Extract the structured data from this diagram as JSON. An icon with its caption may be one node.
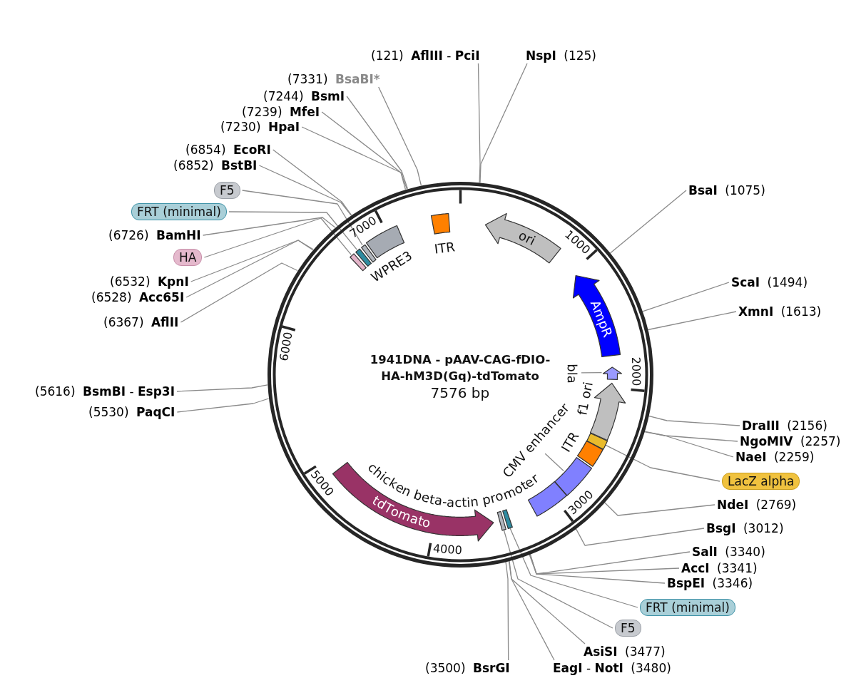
{
  "diagram": {
    "title": "1941DNA - pAAV-CAG-fDIO-HA-hM3D(Gq)-tdTomato",
    "nodes": [
      {
        "text": [
          "(121)",
          "**AflIII** - **PciI**"
        ]
      },
      {
        "text": [
          "NspI",
          "(125)"
        ]
      },
      {
        "text": [
          "BsaI",
          "(1075)"
        ]
      },
      {
        "text": [
          "ScaI",
          "(1494)"
        ]
      },
      {
        "text": [
          "XmnI",
          "(1613)"
        ]
      },
      {
        "text": [
          "DraIII",
          "(2156)"
        ]
      },
      {
        "text": [
          "NgoMIV",
          "(2257)"
        ]
      },
      {
        "text": [
          "NaeI",
          "(2259)"
        ]
      },
      {
        "text": [
          "LacZ alpha"
        ]
      },
      {
        "text": [
          "NdeI",
          "(2769)"
        ]
      },
      {
        "text": [
          "BsgI",
          "(3012)"
        ]
      },
      {
        "text": [
          "SalI",
          "(3340)"
        ]
      },
      {
        "text": [
          "AccI",
          "(3341)"
        ]
      },
      {
        "text": [
          "BspEI",
          "(3346)"
        ]
      },
      {
        "text": [
          "FRT (minimal)"
        ]
      },
      {
        "text": [
          "F5"
        ]
      },
      {
        "text": [
          "AsiSI",
          "(3477)"
        ]
      },
      {
        "text": [
          "**EagI** - **NotI**",
          "(3480)"
        ]
      },
      {
        "text": [
          "(3500)",
          "BsrGI"
        ]
      },
      {
        "text": [
          "(5530)",
          "PaqCI"
        ]
      },
      {
        "text": [
          "(5616)",
          "**BsmBI** - **Esp3I**"
        ]
      },
      {
        "text": [
          "(6367)",
          "AflII"
        ]
      },
      {
        "text": [
          "(6528)",
          "Acc65I"
        ]
      },
      {
        "text": [
          "(6532)",
          "KpnI"
        ]
      },
      {
        "text": [
          "HA"
        ]
      },
      {
        "text": [
          "(6726)",
          "BamHI"
        ]
      },
      {
        "text": [
          "FRT (minimal)"
        ]
      },
      {
        "text": [
          "F5"
        ]
      },
      {
        "text": [
          "(6852)",
          "BstBI"
        ]
      },
      {
        "text": [
          "(6854)",
          "EcoRI"
        ]
      },
      {
        "text": [
          "(7230)",
          "HpaI"
        ]
      },
      {
        "text": [
          "(7239)",
          "MfeI"
        ]
      },
      {
        "text": [
          "(7244)",
          "BsmI"
        ]
      },
      {
        "text": [
          "(7331)",
          "BsaBI*"
        ]
      },
      {
        "text": [],
        "shape": "circle"
      },
      {
        "text": [
          "ori"
        ],
        "in": 34
      },
      {
        "text": [
          "AmpR"
        ],
        "in": 34
      },
      {
        "text": [
          "bla"
        ],
        "in": 34
      },
      {
        "text": [],
        "shape": "arrow",
        "in": 34
      },
      {
        "text": [
          "f1 ori"
        ],
        "in": 34
      },
      {
        "text": [],
        "shape": "bar",
        "in": 34
      },
      {
        "text": [
          "ITR"
        ],
        "in": 34
      },
      {
        "text": [
          "CMV enhancer"
        ],
        "in": 34
      },
      {
        "text": [],
        "shape": "bar",
        "in": 34
      },
      {
        "text": [
          "chicken beta-actin promoter"
        ],
        "in": 34
      },
      {
        "text": [],
        "shape": "bar",
        "in": 34
      },
      {
        "text": [],
        "shape": "bar",
        "in": 34
      },
      {
        "text": [
          "tdTomato"
        ],
        "in": 34
      },
      {
        "text": [],
        "shape": "bar",
        "in": 34
      },
      {
        "text": [],
        "shape": "bar",
        "in": 34
      },
      {
        "text": [],
        "shape": "bar",
        "in": 34
      },
      {
        "text": [
          "WPRE3"
        ],
        "in": 34
      },
      {
        "text": [
          "ITR"
        ],
        "in": 34
      }
    ],
    "edges": [
      {
        "from": 0,
        "to": 34,
        "arrow": "none"
      },
      {
        "from": 1,
        "to": 34,
        "arrow": "none"
      },
      {
        "from": 2,
        "to": 34,
        "arrow": "none"
      },
      {
        "from": 3,
        "to": 34,
        "arrow": "none"
      },
      {
        "from": 4,
        "to": 34,
        "arrow": "none"
      },
      {
        "from": 5,
        "to": 34,
        "arrow": "none"
      },
      {
        "from": 6,
        "to": 34,
        "arrow": "none"
      },
      {
        "from": 7,
        "to": 34,
        "arrow": "none"
      },
      {
        "from": 8,
        "to": 40,
        "arrow": "none"
      },
      {
        "from": 9,
        "to": 34,
        "arrow": "none"
      },
      {
        "from": 10,
        "to": 34,
        "arrow": "none"
      },
      {
        "from": 11,
        "to": 34,
        "arrow": "none"
      },
      {
        "from": 12,
        "to": 34,
        "arrow": "none"
      },
      {
        "from": 13,
        "to": 34,
        "arrow": "none"
      },
      {
        "from": 14,
        "to": 45,
        "arrow": "none"
      },
      {
        "from": 15,
        "to": 46,
        "arrow": "none"
      },
      {
        "from": 16,
        "to": 34,
        "arrow": "none"
      },
      {
        "from": 17,
        "to": 34,
        "arrow": "none"
      },
      {
        "from": 18,
        "to": 34,
        "arrow": "none"
      },
      {
        "from": 19,
        "to": 34,
        "arrow": "none"
      },
      {
        "from": 20,
        "to": 34,
        "arrow": "none"
      },
      {
        "from": 21,
        "to": 34,
        "arrow": "none"
      },
      {
        "from": 22,
        "to": 34,
        "arrow": "none"
      },
      {
        "from": 23,
        "to": 34,
        "arrow": "none"
      },
      {
        "from": 24,
        "to": 48,
        "arrow": "none"
      },
      {
        "from": 25,
        "to": 34,
        "arrow": "none"
      },
      {
        "from": 26,
        "to": 49,
        "arrow": "none"
      },
      {
        "from": 27,
        "to": 50,
        "arrow": "none"
      },
      {
        "from": 28,
        "to": 34,
        "arrow": "none"
      },
      {
        "from": 29,
        "to": 34,
        "arrow": "none"
      },
      {
        "from": 30,
        "to": 34,
        "arrow": "none"
      },
      {
        "from": 31,
        "to": 34,
        "arrow": "none"
      },
      {
        "from": 32,
        "to": 34,
        "arrow": "none"
      },
      {
        "from": 33,
        "to": 34,
        "arrow": "none"
      },
      {
        "from": 37,
        "to": 38,
        "arrow": "none"
      },
      {
        "from": 42,
        "to": 43,
        "arrow": "none"
      }
    ],
    "labels": [
      "7000",
      "1000",
      "6000",
      "2000",
      "7576 bp",
      "5000",
      "3000",
      "4000"
    ]
  }
}
